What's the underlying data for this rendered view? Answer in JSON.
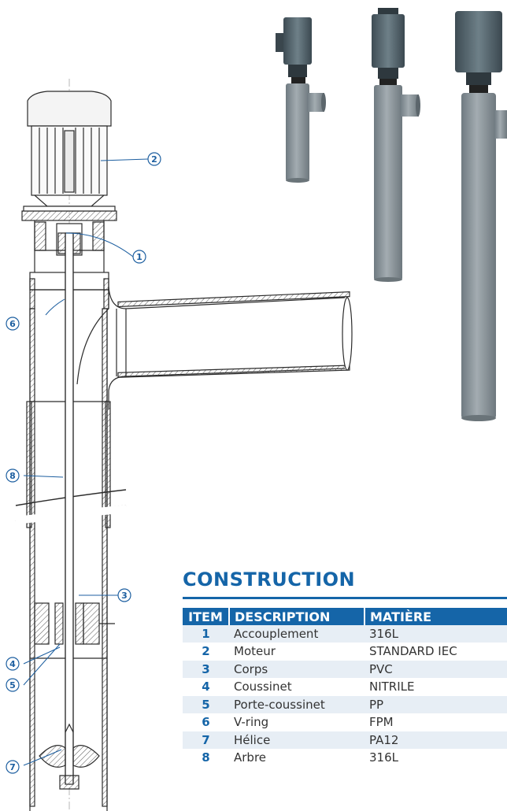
{
  "callouts": [
    {
      "num": "1"
    },
    {
      "num": "2"
    },
    {
      "num": "3"
    },
    {
      "num": "4"
    },
    {
      "num": "5"
    },
    {
      "num": "6"
    },
    {
      "num": "7"
    },
    {
      "num": "8"
    }
  ],
  "construction": {
    "title": "CONSTRUCTION",
    "headers": {
      "item": "ITEM",
      "description": "DESCRIPTION",
      "material": "MATIÈRE"
    },
    "rows": [
      {
        "item": "1",
        "description": "Accouplement",
        "material": "316L"
      },
      {
        "item": "2",
        "description": "Moteur",
        "material": "STANDARD IEC"
      },
      {
        "item": "3",
        "description": "Corps",
        "material": "PVC"
      },
      {
        "item": "4",
        "description": "Coussinet",
        "material": "NITRILE"
      },
      {
        "item": "5",
        "description": "Porte-coussinet",
        "material": "PP"
      },
      {
        "item": "6",
        "description": "V-ring",
        "material": "FPM"
      },
      {
        "item": "7",
        "description": "Hélice",
        "material": "PA12"
      },
      {
        "item": "8",
        "description": "Arbre",
        "material": "316L"
      }
    ]
  },
  "colors": {
    "accent": "#1565a8",
    "row_shade": "#e7eef5",
    "pvc_grey": "#8d979d",
    "motor_grey": "#53646d"
  }
}
